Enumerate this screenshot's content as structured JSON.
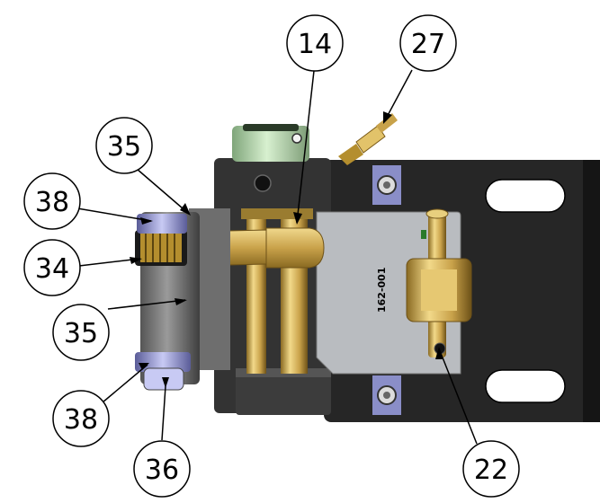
{
  "diagram": {
    "balloons": [
      {
        "id": "b14",
        "label": "14"
      },
      {
        "id": "b27",
        "label": "27"
      },
      {
        "id": "b35a",
        "label": "35"
      },
      {
        "id": "b38a",
        "label": "38"
      },
      {
        "id": "b34",
        "label": "34"
      },
      {
        "id": "b35b",
        "label": "35"
      },
      {
        "id": "b38b",
        "label": "38"
      },
      {
        "id": "b36",
        "label": "36"
      },
      {
        "id": "b22",
        "label": "22"
      }
    ],
    "part_marking": "162-001",
    "colors": {
      "body_dark": "#3a3a3a",
      "body_black": "#1c1c1c",
      "plate_gray": "#b9bcc0",
      "brass": "#d4b25a",
      "green_cap": "#b8d8b0",
      "bolt_pad": "#8a8ec8",
      "roller_purple": "#9a9cd8"
    }
  }
}
